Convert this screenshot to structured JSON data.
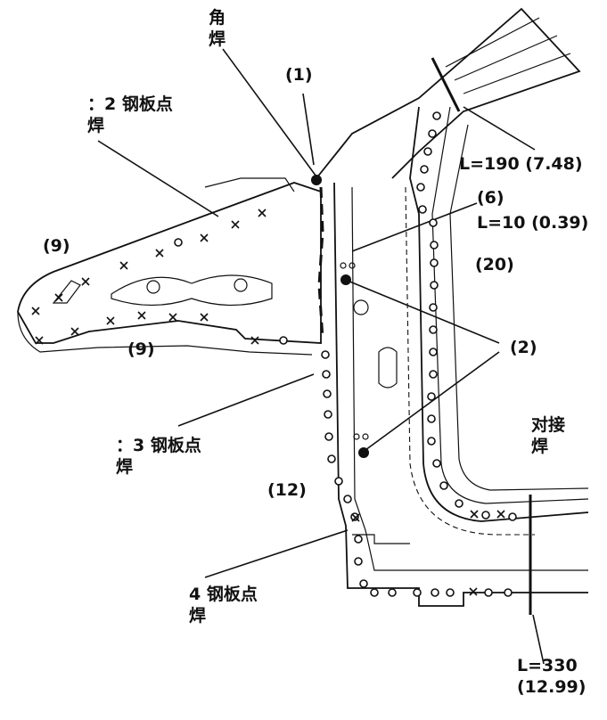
{
  "labels": {
    "corner_weld": "角\n焊",
    "num_1": "(1)",
    "plug_2": "：2 钢板点\n焊",
    "L190": "L=190 (7.48)",
    "num_6": "(6)",
    "L10": "L=10 (0.39)",
    "num_9a": "(9)",
    "num_20": "(20)",
    "num_9b": "(9)",
    "num_2": "(2)",
    "plug_3": "：3 钢板点\n焊",
    "butt_weld": "对接\n焊",
    "num_12": "(12)",
    "plug_4": "4 钢板点\n焊",
    "L330": "L=330\n(12.99)"
  },
  "colors": {
    "line": "#111111",
    "background": "#ffffff"
  }
}
